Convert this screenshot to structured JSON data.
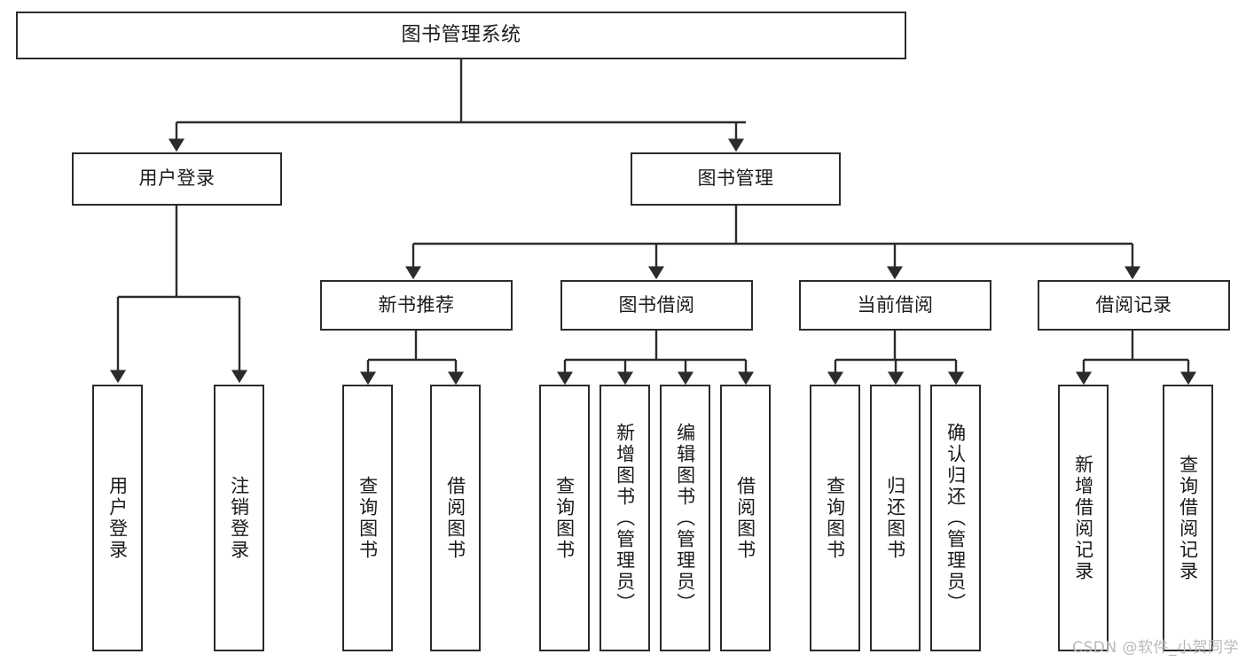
{
  "diagram": {
    "title": "图书管理系统",
    "type": "hierarchy-tree",
    "levels": 4,
    "nodes": {
      "root": {
        "label": "图书管理系统",
        "orientation": "horizontal"
      },
      "level2": [
        {
          "id": "user-login",
          "label": "用户登录",
          "orientation": "horizontal"
        },
        {
          "id": "book-manage",
          "label": "图书管理",
          "orientation": "horizontal"
        }
      ],
      "level3": [
        {
          "id": "new-book-recommend",
          "label": "新书推荐",
          "orientation": "horizontal",
          "parent": "book-manage"
        },
        {
          "id": "book-borrow",
          "label": "图书借阅",
          "orientation": "horizontal",
          "parent": "book-manage"
        },
        {
          "id": "current-borrow",
          "label": "当前借阅",
          "orientation": "horizontal",
          "parent": "book-manage"
        },
        {
          "id": "borrow-record",
          "label": "借阅记录",
          "orientation": "horizontal",
          "parent": "book-manage"
        }
      ],
      "leaves": [
        {
          "id": "leaf-user-login",
          "label": "用户登录",
          "parent": "user-login"
        },
        {
          "id": "leaf-logout-login",
          "label": "注销登录",
          "parent": "user-login"
        },
        {
          "id": "leaf-query-book-1",
          "label": "查询图书",
          "parent": "new-book-recommend"
        },
        {
          "id": "leaf-borrow-book-1",
          "label": "借阅图书",
          "parent": "new-book-recommend"
        },
        {
          "id": "leaf-query-book-2",
          "label": "查询图书",
          "parent": "book-borrow"
        },
        {
          "id": "leaf-add-book",
          "label": "新增图书（管理员）",
          "parent": "book-borrow"
        },
        {
          "id": "leaf-edit-book",
          "label": "编辑图书（管理员）",
          "parent": "book-borrow"
        },
        {
          "id": "leaf-borrow-book-2",
          "label": "借阅图书",
          "parent": "book-borrow"
        },
        {
          "id": "leaf-query-book-3",
          "label": "查询图书",
          "parent": "current-borrow"
        },
        {
          "id": "leaf-return-book",
          "label": "归还图书",
          "parent": "current-borrow"
        },
        {
          "id": "leaf-confirm-return",
          "label": "确认归还（管理员）",
          "parent": "current-borrow"
        },
        {
          "id": "leaf-add-record",
          "label": "新增借阅记录",
          "parent": "borrow-record"
        },
        {
          "id": "leaf-query-record",
          "label": "查询借阅记录",
          "parent": "borrow-record"
        }
      ]
    },
    "colors": {
      "box_border": "#2b2b2b",
      "box_fill": "#ffffff",
      "connector": "#2b2b2b",
      "text": "#1a1a1a",
      "watermark": "#b9b9b9",
      "background": "#ffffff"
    }
  },
  "watermark": {
    "text": "CSDN @软件_小贺同学"
  }
}
